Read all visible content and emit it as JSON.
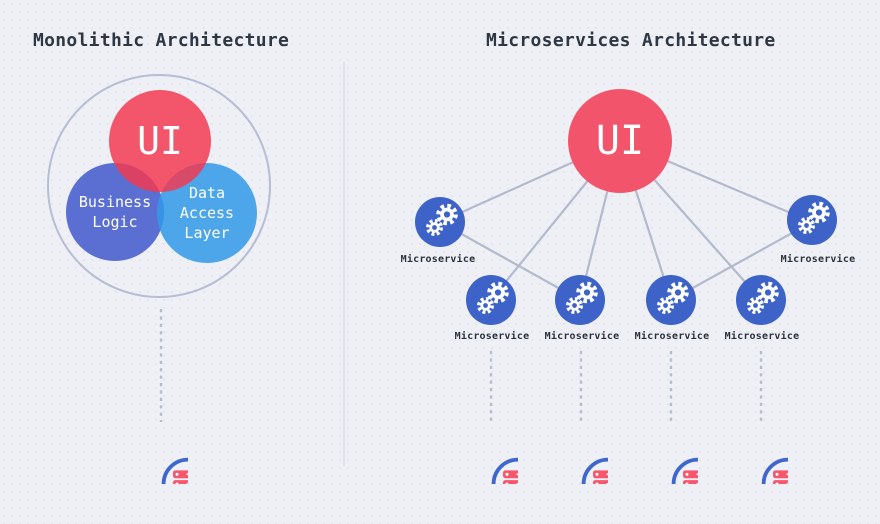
{
  "left_panel": {
    "title": "Monolithic Architecture",
    "ui_label": "UI",
    "business_logic": {
      "line1": "Business",
      "line2": "Logic"
    },
    "data_access": {
      "line1": "Data",
      "line2": "Access",
      "line3": "Layer"
    }
  },
  "right_panel": {
    "title": "Microservices Architecture",
    "ui_label": "UI",
    "microservice_label": "Microservice"
  },
  "icons": {
    "microservice": "gears-icon",
    "database": "database-icon"
  },
  "colors": {
    "background": "#eef0f6",
    "ui_red": "#f2556b",
    "business_logic_blue": "#5b6fd2",
    "data_access_blue": "#4ca5ea",
    "microservice_blue": "#3d63c8",
    "database_ring_blue": "#3f66cc",
    "database_red": "#f8566d",
    "connector_gray": "#b3bacd",
    "title_text": "#2f3743"
  }
}
